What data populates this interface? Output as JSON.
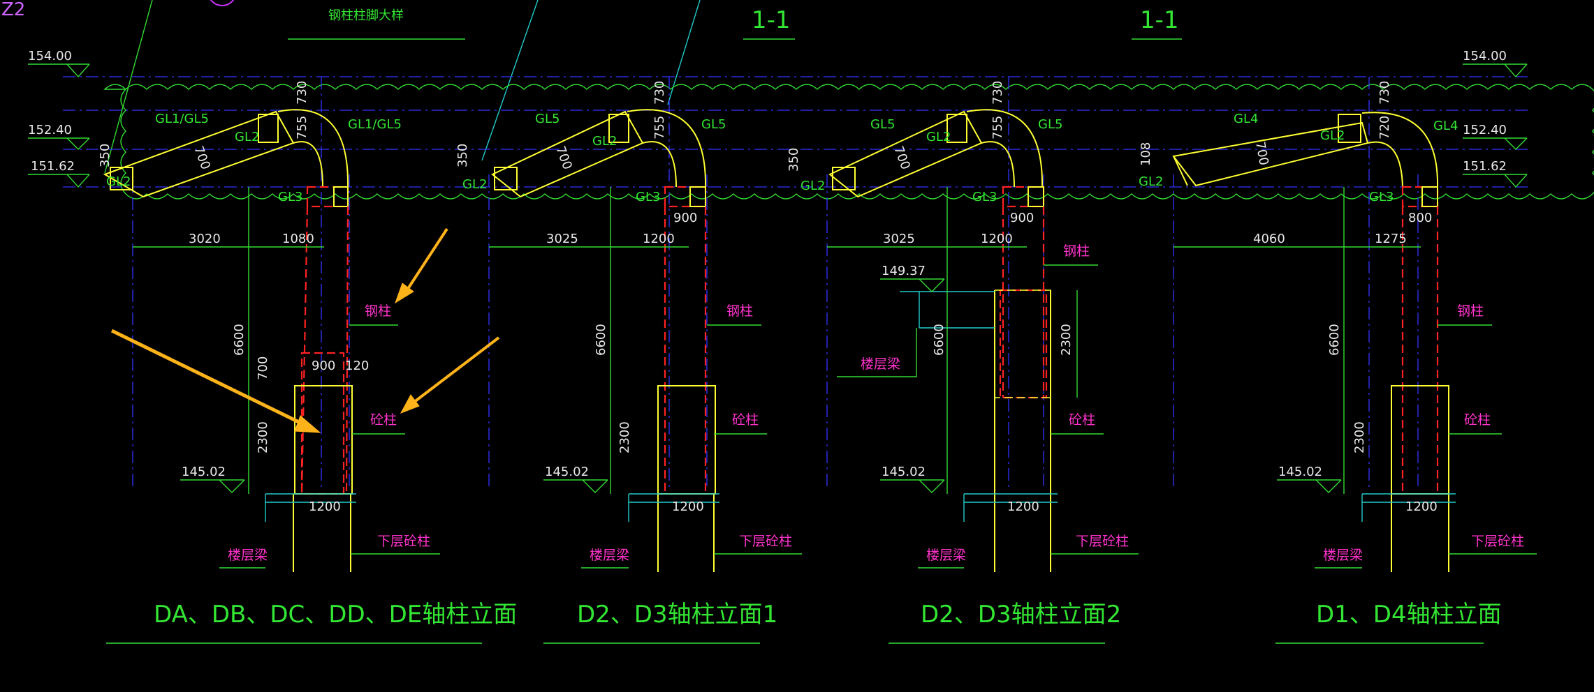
{
  "top": {
    "corner_label": "Z2",
    "detail_title": "钢柱柱脚大样",
    "section_left": "1-1",
    "section_right": "1-1"
  },
  "elevations": {
    "e1": "154.00",
    "e2": "152.40",
    "e3": "151.62",
    "right_e1": "154.00",
    "right_e2": "152.40",
    "right_e3": "151.62",
    "ground": "145.02",
    "p3_extra": "149.37"
  },
  "labels": {
    "steel_column": "钢柱",
    "concrete_column": "砼柱",
    "lower_concrete_column": "下层砼柱",
    "floor_beam": "楼层梁"
  },
  "panels": [
    {
      "title": "DA、DB、DC、DD、DE轴柱立面",
      "beam_left": "GL1/GL5",
      "beam_right": "GL1/GL5",
      "gl2_top": "GL2",
      "gl2_left": "GL2",
      "gl3": "GL3",
      "dim_h_left": "3020",
      "dim_h_right": "1080",
      "dim_v_total": "6600",
      "dim_v_mid": "700",
      "dim_v_low": "2300",
      "dim_top": "730",
      "dim_diag": "755",
      "dim_beam": "700",
      "dim_end": "350",
      "dim_col": "900",
      "dim_off": "120",
      "dim_base": "1200"
    },
    {
      "title": "D2、D3轴柱立面1",
      "beam_left": "GL5",
      "beam_right": "GL5",
      "gl2_top": "GL2",
      "gl2_left": "GL2",
      "gl3": "GL3",
      "dim_h_left": "3025",
      "dim_h_right": "1200",
      "dim_v_total": "6600",
      "dim_v_low": "2300",
      "dim_top": "730",
      "dim_diag": "755",
      "dim_beam": "700",
      "dim_end": "350",
      "dim_col": "900",
      "dim_base": "1200"
    },
    {
      "title": "D2、D3轴柱立面2",
      "beam_left": "GL5",
      "beam_right": "GL5",
      "gl2_top": "GL2",
      "gl2_left": "GL2",
      "gl3": "GL3",
      "dim_h_left": "3025",
      "dim_h_right": "1200",
      "dim_v_total": "6600",
      "dim_v_low": "2300",
      "dim_top": "730",
      "dim_diag": "755",
      "dim_beam": "700",
      "dim_end": "350",
      "dim_col": "900",
      "dim_base": "1200"
    },
    {
      "title": "D1、D4轴柱立面",
      "beam_left": "GL4",
      "beam_right": "GL4",
      "gl2_top": "GL2",
      "gl2_left": "GL2",
      "gl3": "GL3",
      "dim_h_left": "4060",
      "dim_h_right": "1275",
      "dim_v_total": "6600",
      "dim_v_low": "2300",
      "dim_top": "730",
      "dim_diag": "720",
      "dim_beam": "700",
      "dim_end": "108",
      "dim_col": "800",
      "dim_base": "1200"
    }
  ],
  "colors": {
    "background": "#000000",
    "green": "#33e633",
    "magenta": "#ff33cc",
    "yellow": "#ffff33",
    "red": "#ff2222",
    "blue": "#3333ff",
    "arrow": "#ffb31a"
  }
}
